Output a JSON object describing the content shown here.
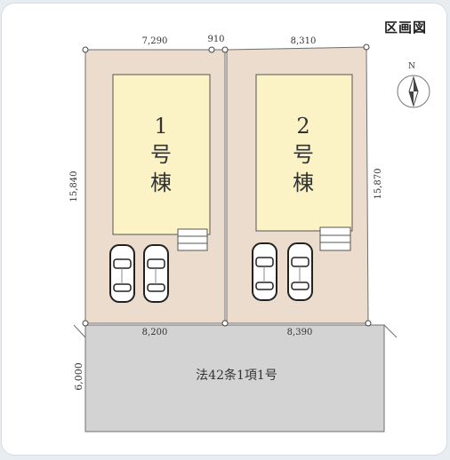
{
  "title": "区画図",
  "compass": {
    "label": "N"
  },
  "lots": [
    {
      "number": "1",
      "suffix": "号",
      "building": "棟"
    },
    {
      "number": "2",
      "suffix": "号",
      "building": "棟"
    }
  ],
  "dimensions": {
    "top_lot1": "7,290",
    "top_gap": "910",
    "top_lot2": "8,310",
    "left": "15,840",
    "right": "15,870",
    "bottom_lot1": "8,200",
    "bottom_lot2": "8,390",
    "road_depth": "6,000"
  },
  "road": {
    "label": "法42条1項1号"
  },
  "colors": {
    "lot_fill": "#ecdccd",
    "building_fill": "#fbf3c6",
    "road_fill": "#d3d3d3",
    "outline": "#6f6f6f"
  }
}
